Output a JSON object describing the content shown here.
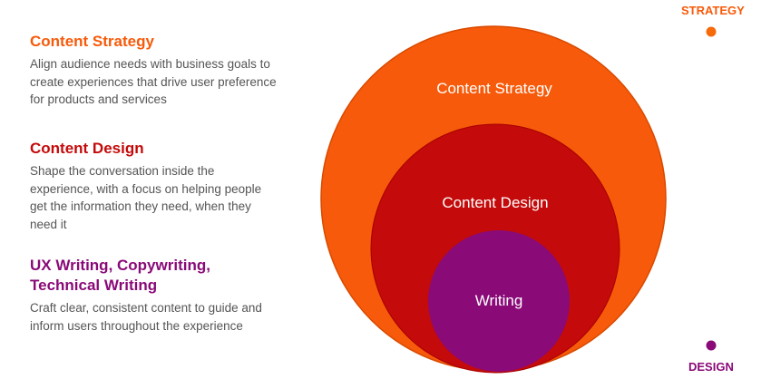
{
  "sections": [
    {
      "title": "Content Strategy",
      "body": "Align audience needs with business goals to create experiences that drive user preference for products and services",
      "color": "#F75A0A"
    },
    {
      "title": "Content Design",
      "body": "Shape the conversation inside the experience, with a focus on helping people get the information they need, when they need it",
      "color": "#C40A0A"
    },
    {
      "title": "UX Writing, Copywriting, Technical Writing",
      "body": "Craft clear, consistent content to guide and inform users throughout the experience",
      "color": "#8A0A78"
    }
  ],
  "circles": {
    "outer": "Content Strategy",
    "middle": "Content Design",
    "inner": "Writing"
  },
  "scale": {
    "top": "STRATEGY",
    "bottom": "DESIGN"
  },
  "colors": {
    "orange": "#F75A0A",
    "red": "#C40A0A",
    "purple": "#8A0A78"
  }
}
